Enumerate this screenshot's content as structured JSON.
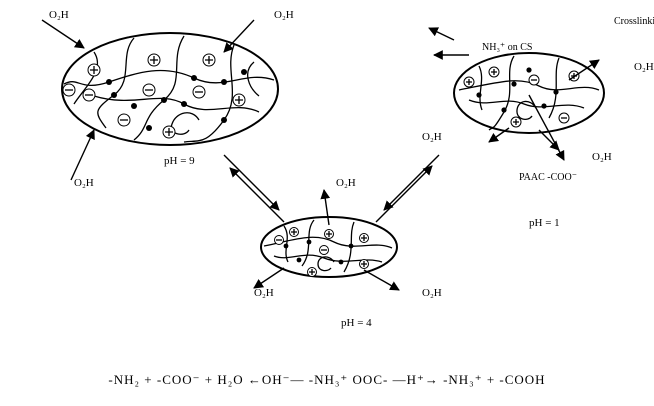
{
  "labels": {
    "water": "O₂H",
    "ph9": "pH = 9",
    "ph4": "pH = 4",
    "ph1": "pH = 1",
    "crosslinking": "Crosslinking point",
    "nh3_on_cs": "NH₃⁺ on CS",
    "paac_coo": "PAAC -COO⁻"
  },
  "equation": "-NH₂ + -COO⁻ + H₂O ←OH⁻— -NH₃⁺ OOC- —H⁺→ -NH₃⁺ + -COOH"
}
